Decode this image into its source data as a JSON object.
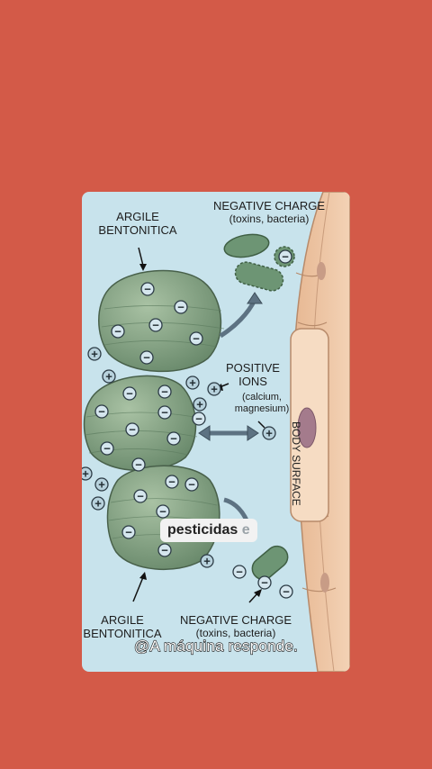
{
  "diagram": {
    "label_argile_top": "ARGILE\nBENTONITICA",
    "label_negative_top": "NEGATIVE CHARGE",
    "label_negative_top_sub": "(toxins, bacteria)",
    "label_positive": "POSITIVE\nIONS",
    "label_positive_sub": "(calcium,\nmagnesium)",
    "label_body_surface": "BODY SURFACE",
    "label_argile_bottom": "ARGILE\nBENTONITICA",
    "label_negative_bottom": "NEGATIVE CHARGE",
    "label_negative_bottom_sub": "(toxins, bacteria)",
    "minus_symbol": "−",
    "plus_symbol": "+"
  },
  "overlay": {
    "caption_main": "pesticidas",
    "caption_fade": "e",
    "watermark": "@A máquina responde."
  },
  "colors": {
    "background": "#d35a48",
    "card": "#c8e3ec",
    "clay": "#7e9e7e",
    "skin": "#f0c7a4",
    "ion": "#b8d2dd"
  }
}
